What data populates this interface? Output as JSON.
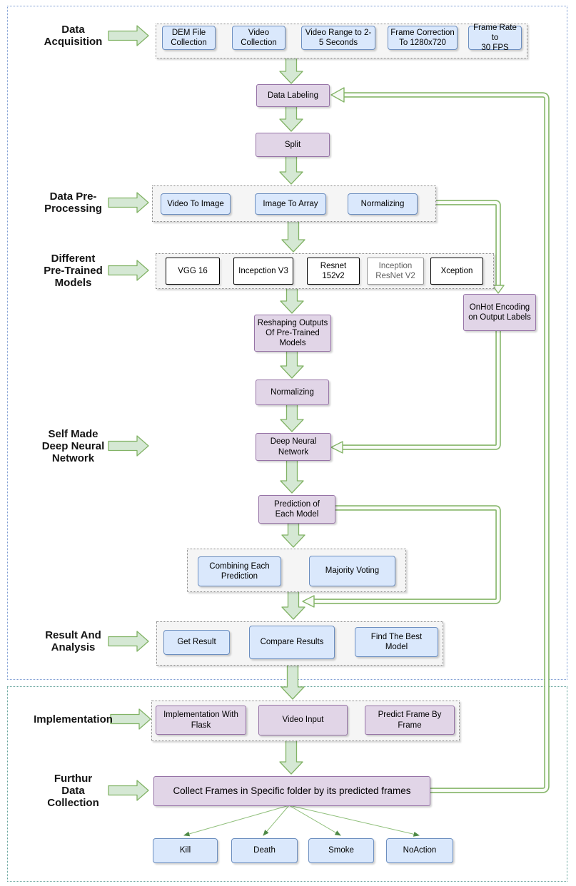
{
  "diagram": {
    "section_labels": {
      "data_acquisition": "Data\nAcquisition",
      "data_pre_processing": "Data Pre-\nProcessing",
      "different_pretrained": "Different\nPre-Trained\nModels",
      "self_made_dnn": "Self Made\nDeep Neural\nNetwork",
      "result_analysis": "Result And\nAnalysis",
      "implementation": "Implementation",
      "further_data_collection": "Furthur\nData\nCollection"
    },
    "nodes": {
      "dem_file": "DEM File\nCollection",
      "video_collection": "Video\nCollection",
      "video_range": "Video Range to 2-\n5 Seconds",
      "frame_correction": "Frame Correction\nTo 1280x720",
      "frame_rate": "Frame Rate to\n30 FPS",
      "data_labeling": "Data Labeling",
      "split": "Split",
      "video_to_image": "Video To Image",
      "image_to_array": "Image To Array",
      "normalizing_pre": "Normalizing",
      "vgg16": "VGG 16",
      "inception_v3": "Incepction V3",
      "resnet152": "Resnet\n152v2",
      "inception_resnet": "Inception\nResNet V2",
      "xception": "Xception",
      "onehot": "OnHot Encoding\non Output Labels",
      "reshaping": "Reshaping Outputs\nOf Pre-Trained\nModels",
      "normalizing2": "Normalizing",
      "dnn": "Deep Neural\nNetwork",
      "prediction": "Prediction of\nEach Model",
      "combining": "Combining Each\nPrediction",
      "majority": "Majority Voting",
      "get_result": "Get Result",
      "compare_results": "Compare Results",
      "find_best": "Find The Best\nModel",
      "impl_flask": "Implementation With\nFlask",
      "video_input": "Video Input",
      "predict_frame": "Predict Frame By\nFrame",
      "collect_frames": "Collect Frames in Specific folder by its predicted frames",
      "kill": "Kill",
      "death": "Death",
      "smoke": "Smoke",
      "noaction": "NoAction"
    },
    "colors": {
      "blue_node_fill": "#dae8fc",
      "blue_node_border": "#6c8ebf",
      "purple_node_fill": "#e1d5e7",
      "purple_node_border": "#9673a6",
      "group_fill": "#f5f5f5",
      "arrow_fill": "#d5e8d4",
      "arrow_stroke": "#82b366",
      "section1_border": "#7b9bd2",
      "section2_border": "#61a29a"
    }
  }
}
